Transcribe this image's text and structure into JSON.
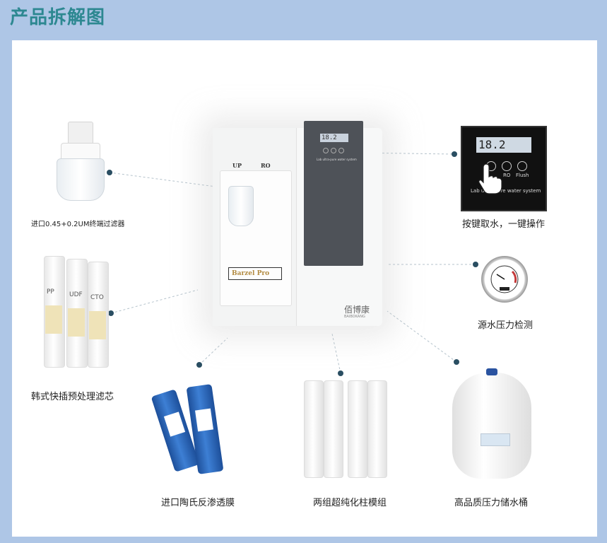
{
  "header": {
    "title": "产品拆解图"
  },
  "labels": {
    "terminal_filter": "进口0.45+0.2UM终端过滤器",
    "keypress": "按键取水，一键操作",
    "pretreatment": "韩式快插预处理滤芯",
    "pressure_check": "源水压力检测",
    "ro_membrane": "进口陶氏反渗透膜",
    "ultrapure": "两组超纯化柱模组",
    "tank": "高品质压力储水桶"
  },
  "machine": {
    "up_label": "UP",
    "ro_label": "RO",
    "display_value": "18.2",
    "brand": "Barzel Pro",
    "panel_text": "Lab ultra-pure water system",
    "logo_cn": "佰博康",
    "logo_en": "BAIBOKANG"
  },
  "control_panel": {
    "display_value": "18.2",
    "ro_btn": "RO",
    "flush_btn": "Flush",
    "system_text": "Lab ultra-pure water system"
  },
  "pretreatment_labels": [
    "PP",
    "UDF",
    "CTO"
  ],
  "colors": {
    "accent": "#2d8891",
    "background": "#aec6e6",
    "dot": "#2a4e62"
  }
}
